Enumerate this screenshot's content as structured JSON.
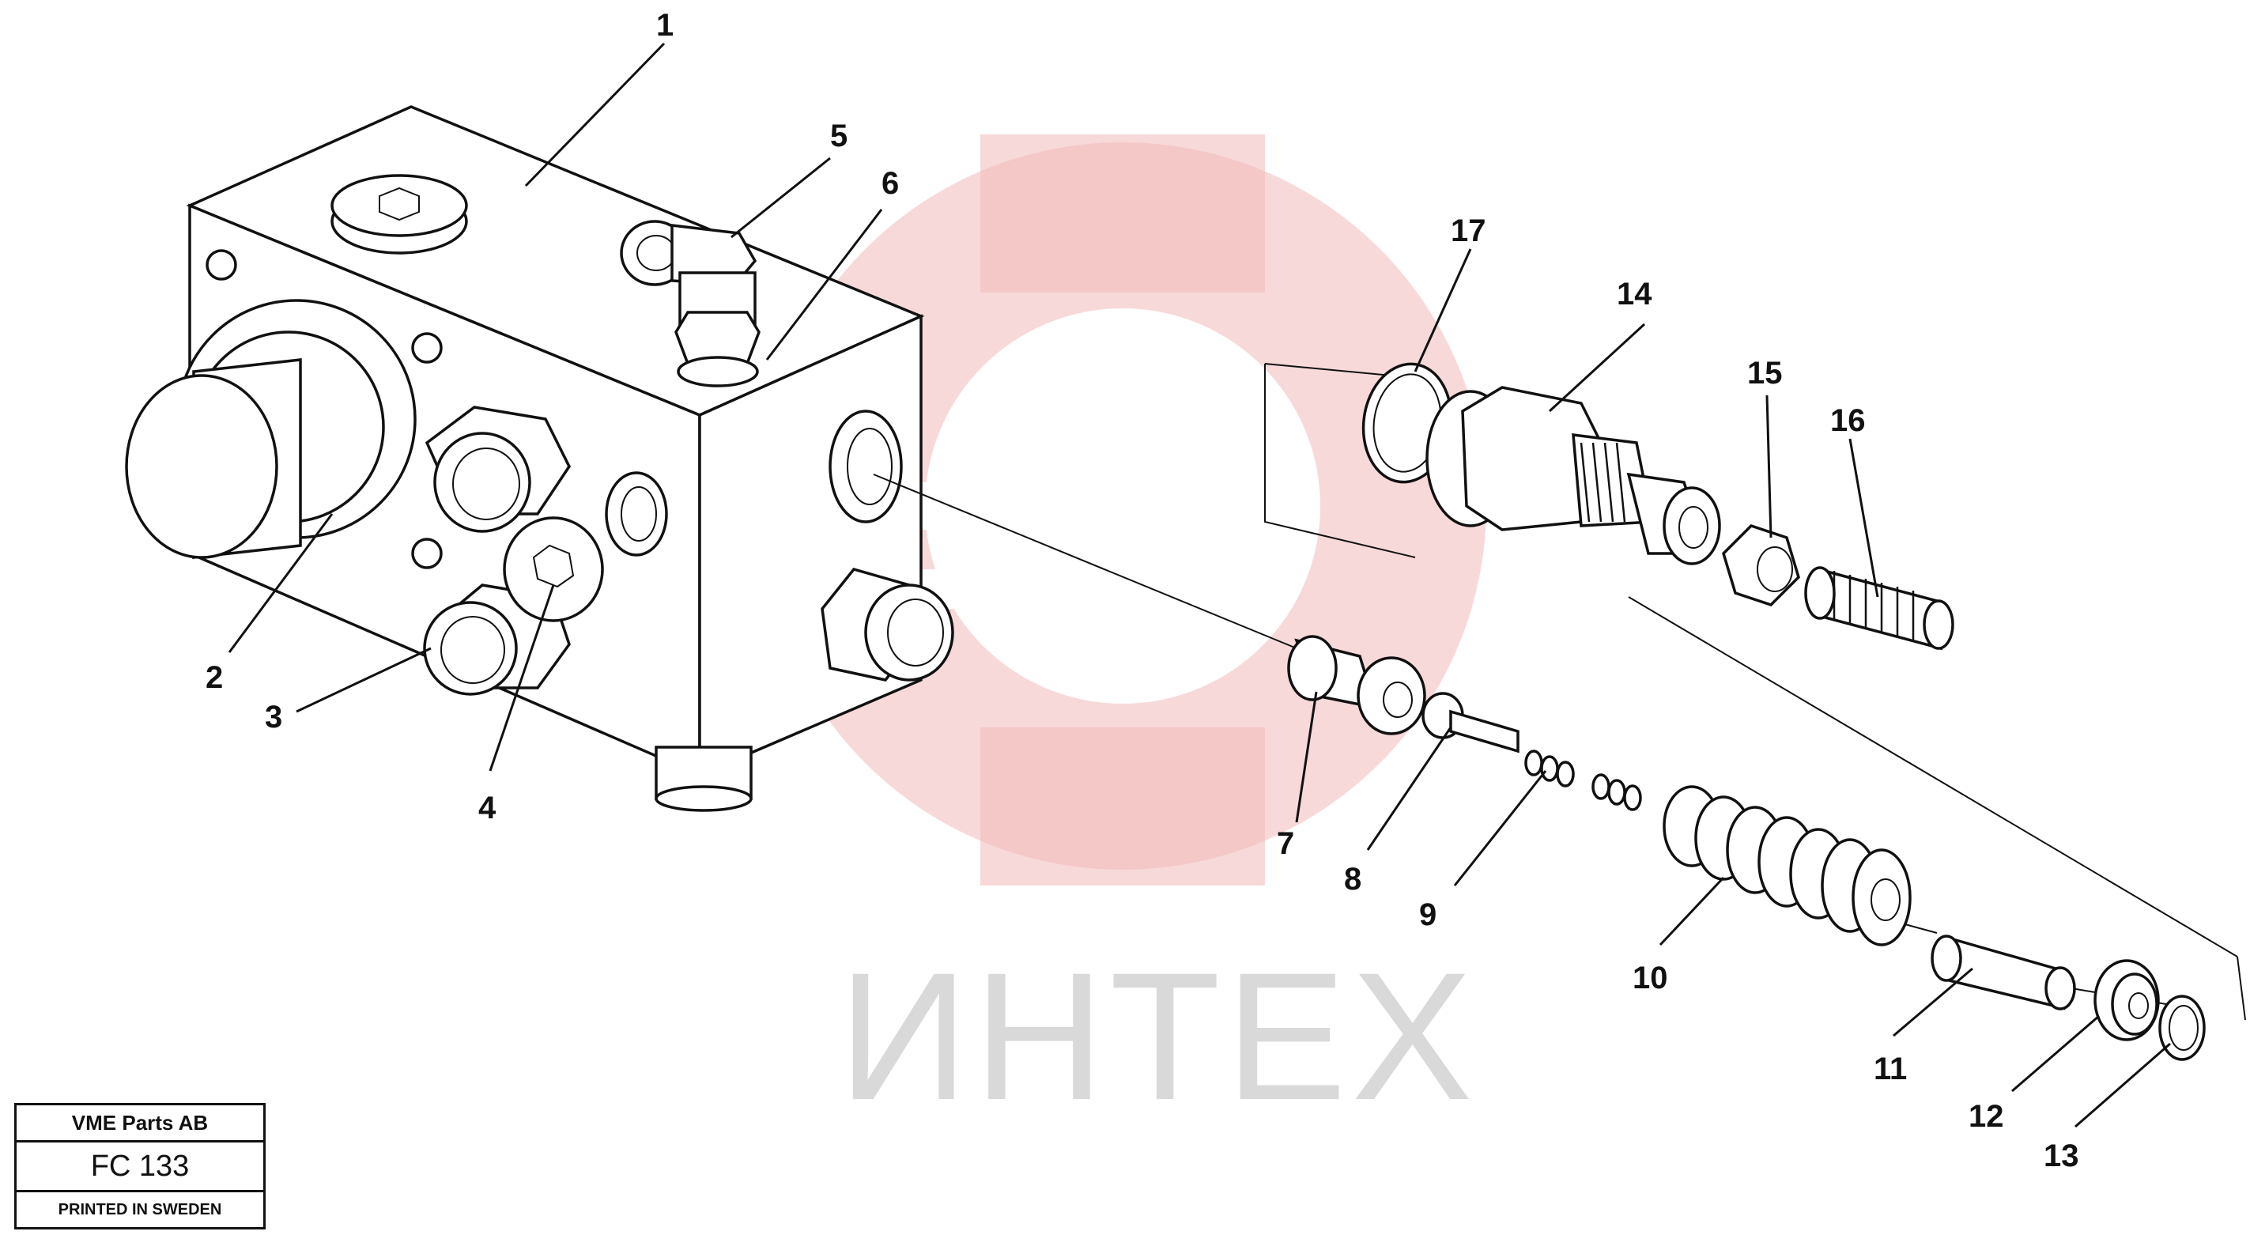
{
  "watermark": {
    "text": "ИНТЕХ"
  },
  "title_block": {
    "company": "VME Parts AB",
    "code": "FC 133",
    "printed": "PRINTED IN SWEDEN"
  },
  "callouts": {
    "c1": "1",
    "c2": "2",
    "c3": "3",
    "c4": "4",
    "c5": "5",
    "c6": "6",
    "c7": "7",
    "c8": "8",
    "c9": "9",
    "c10": "10",
    "c11": "11",
    "c12": "12",
    "c13": "13",
    "c14": "14",
    "c15": "15",
    "c16": "16",
    "c17": "17"
  },
  "colors": {
    "ink": "#111111",
    "watermark_gear": "#f2b9b9",
    "watermark_text": "#d9d9d9"
  }
}
